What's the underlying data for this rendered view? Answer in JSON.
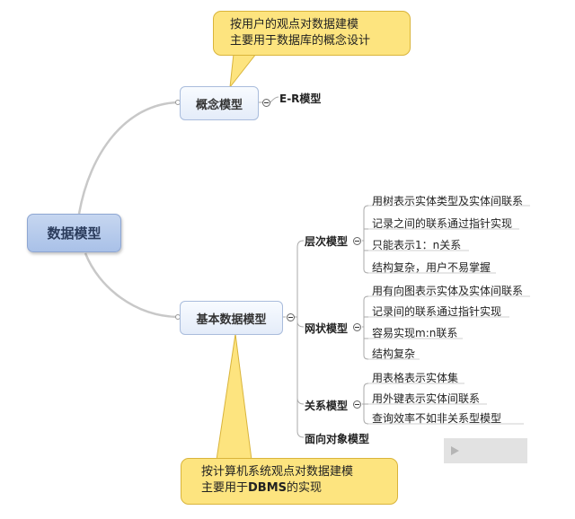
{
  "root": "数据模型",
  "conceptual": {
    "label": "概念模型",
    "child": "E-R模型",
    "note": [
      "按用户的观点对数据建模",
      "主要用于数据库的概念设计"
    ]
  },
  "basic": {
    "label": "基本数据模型",
    "note_line1": "按计算机系统观点对数据建模",
    "note_line2_prefix": "主要用于",
    "note_line2_bold": "DBMS",
    "note_line2_suffix": "的实现",
    "hierarchical": {
      "label": "层次模型",
      "items": [
        "用树表示实体类型及实体间联系",
        "记录之间的联系通过指针实现",
        "只能表示1：n关系",
        "结构复杂，用户不易掌握"
      ]
    },
    "network": {
      "label": "网状模型",
      "items": [
        "用有向图表示实体及实体间联系",
        "记录间的联系通过指针实现",
        "容易实现m:n联系",
        "结构复杂"
      ]
    },
    "relational": {
      "label": "关系模型",
      "items": [
        "用表格表示实体集",
        "用外键表示实体间联系",
        "查询效率不如非关系型模型"
      ]
    },
    "object_oriented": {
      "label": "面向对象模型"
    }
  },
  "colors": {
    "callout": "#fde47f",
    "root": "#b8cbec",
    "line": "#c8c8c8"
  },
  "icons": [
    "collapse-icon",
    "play-icon"
  ]
}
